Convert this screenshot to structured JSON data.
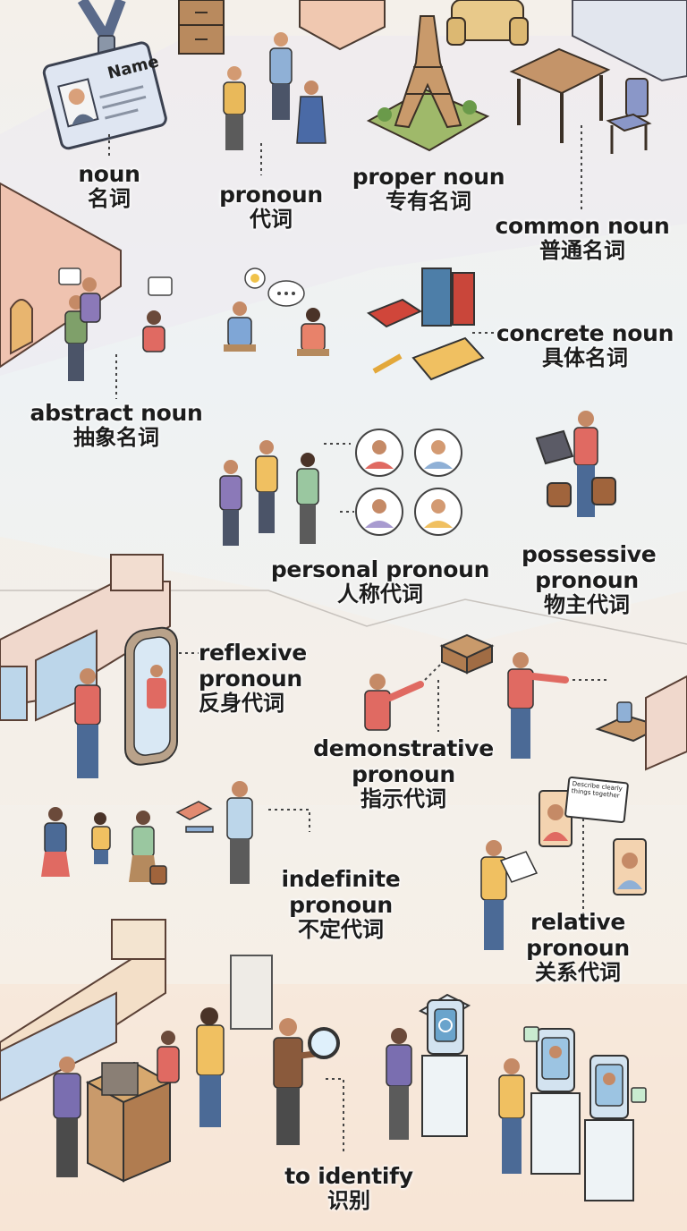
{
  "badge": {
    "text": "Name"
  },
  "sign": {
    "text": "Describe clearly things together"
  },
  "terms": [
    {
      "id": "noun",
      "en": "noun",
      "zh": "名词"
    },
    {
      "id": "pronoun",
      "en": "pronoun",
      "zh": "代词"
    },
    {
      "id": "proper-noun",
      "en": "proper noun",
      "zh": "专有名词"
    },
    {
      "id": "common-noun",
      "en": "common noun",
      "zh": "普通名词"
    },
    {
      "id": "concrete-noun",
      "en": "concrete noun",
      "zh": "具体名词"
    },
    {
      "id": "abstract-noun",
      "en": "abstract noun",
      "zh": "抽象名词"
    },
    {
      "id": "personal-pronoun",
      "en": "personal pronoun",
      "zh": "人称代词"
    },
    {
      "id": "possessive-pronoun",
      "en": "possessive pronoun",
      "zh": "物主代词"
    },
    {
      "id": "reflexive-pronoun",
      "en": "reflexive pronoun",
      "zh": "反身代词"
    },
    {
      "id": "demonstrative-pronoun",
      "en": "demonstrative pronoun",
      "zh": "指示代词"
    },
    {
      "id": "indefinite-pronoun",
      "en": "indefinite pronoun",
      "zh": "不定代词"
    },
    {
      "id": "relative-pronoun",
      "en": "relative pronoun",
      "zh": "关系代词"
    },
    {
      "id": "to-identify",
      "en": "to identify",
      "zh": "识别"
    }
  ]
}
